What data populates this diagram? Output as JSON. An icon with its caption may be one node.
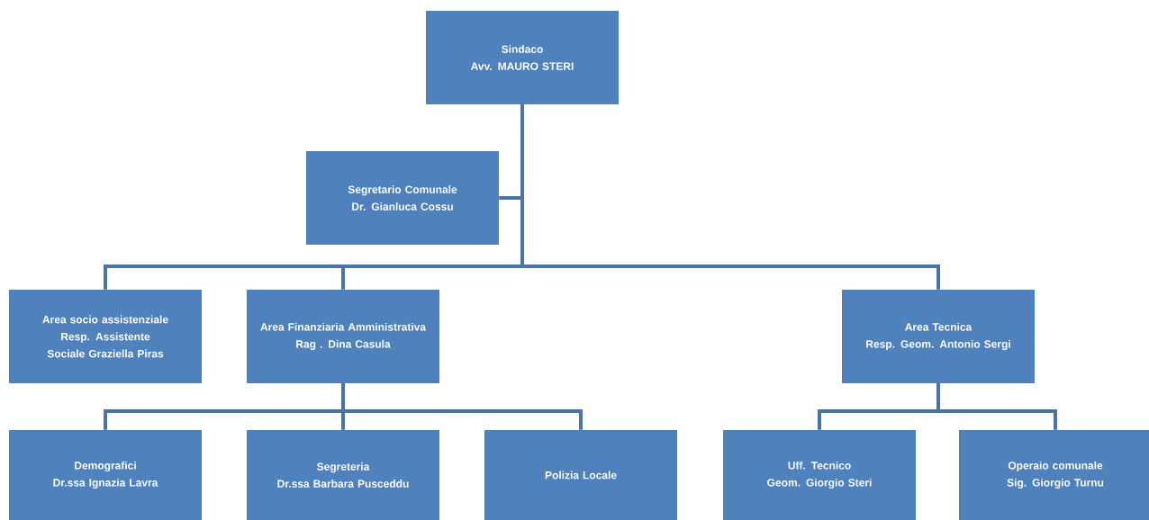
{
  "diagram": {
    "nodes": [
      {
        "text": [
          "Sindaco",
          "Avv. MAURO STERI"
        ]
      },
      {
        "text": [
          "Segretario Comunale",
          "Dr. Gianluca Cossu"
        ]
      },
      {
        "text": [
          "Area socio assistenziale",
          "Resp. Assistente Sociale Graziella Piras"
        ]
      },
      {
        "text": [
          "Area Finanziaria Amministrativa",
          "Rag . Dina Casula"
        ]
      },
      {
        "text": [
          "Area Tecnica",
          "Resp. Geom. Antonio Sergi"
        ]
      },
      {
        "text": [
          "Demografici",
          "Dr.ssa Ignazia Lavra"
        ]
      },
      {
        "text": [
          "Segreteria",
          "Dr.ssa Barbara Pusceddu"
        ]
      },
      {
        "text": [
          "Polizia Locale"
        ]
      },
      {
        "text": [
          "Uff. Tecnico",
          "Geom. Giorgio Steri"
        ]
      },
      {
        "text": [
          "Operaio comunale",
          "Sig. Giorgio Turnu"
        ]
      }
    ],
    "edges": [
      {
        "from": 0,
        "to": 1,
        "arrow": "none"
      },
      {
        "from": 0,
        "to": 2,
        "arrow": "none"
      },
      {
        "from": 0,
        "to": 3,
        "arrow": "none"
      },
      {
        "from": 0,
        "to": 4,
        "arrow": "none"
      },
      {
        "from": 3,
        "to": 5,
        "arrow": "none"
      },
      {
        "from": 3,
        "to": 6,
        "arrow": "none"
      },
      {
        "from": 3,
        "to": 7,
        "arrow": "none"
      },
      {
        "from": 4,
        "to": 8,
        "arrow": "none"
      },
      {
        "from": 4,
        "to": 9,
        "arrow": "none"
      }
    ]
  }
}
